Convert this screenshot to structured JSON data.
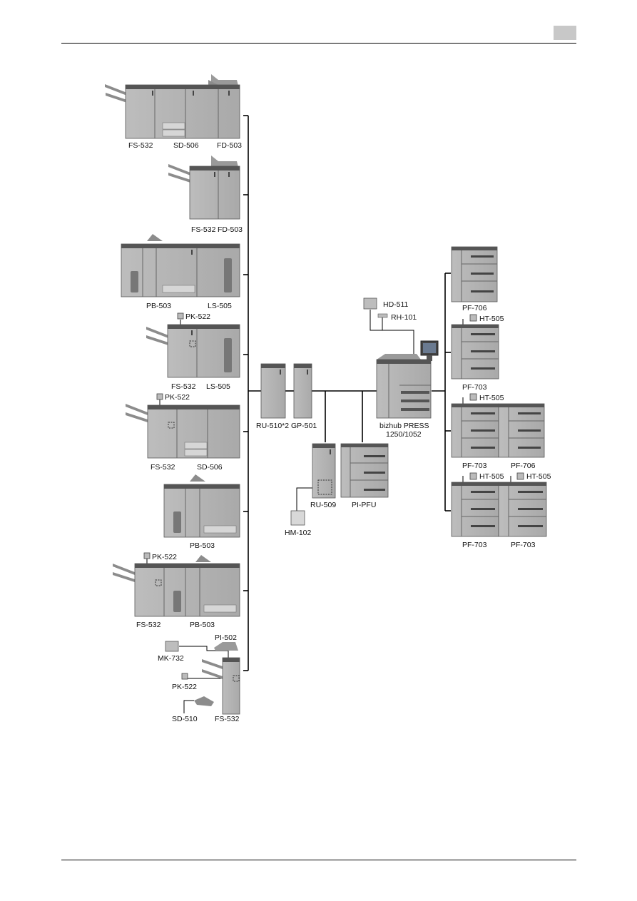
{
  "labels": {
    "fs532": "FS-532",
    "sd506": "SD-506",
    "fd503": "FD-503",
    "pb503": "PB-503",
    "ls505": "LS-505",
    "pk522": "PK-522",
    "ru510": "RU-510*2",
    "gp501": "GP-501",
    "ru509": "RU-509",
    "pipfu": "PI-PFU",
    "hm102": "HM-102",
    "hd511": "HD-511",
    "rh101": "RH-101",
    "main_line1": "bizhub PRESS",
    "main_line2": "1250/1052",
    "pf706": "PF-706",
    "pf703": "PF-703",
    "ht505": "HT-505",
    "mk732": "MK-732",
    "pi502": "PI-502",
    "sd510": "SD-510"
  }
}
